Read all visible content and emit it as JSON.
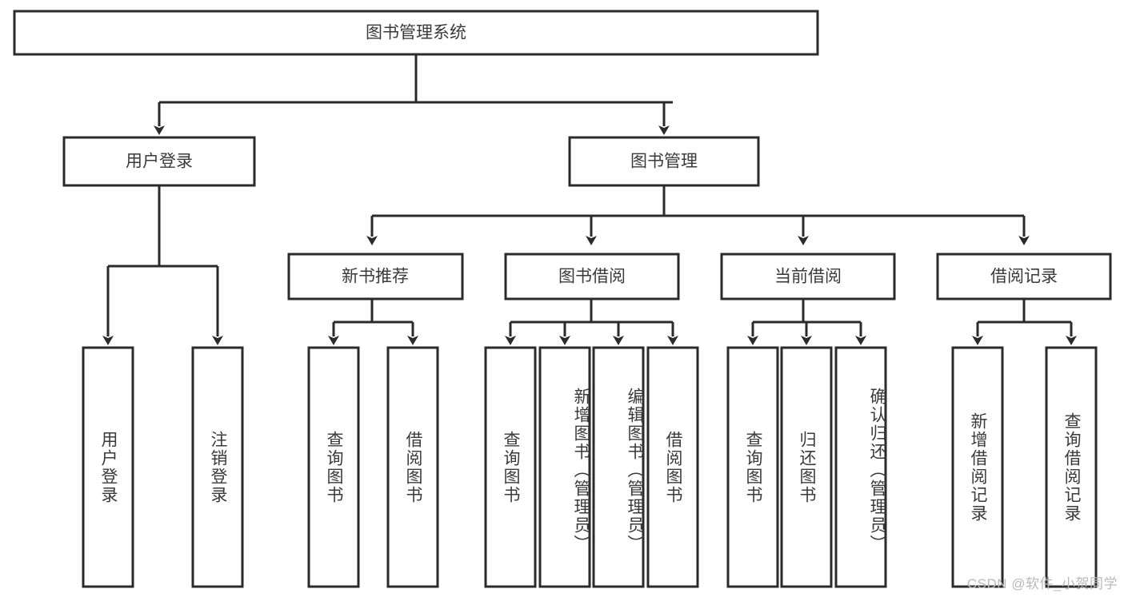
{
  "diagram": {
    "title_node": {
      "label": "图书管理系统"
    },
    "level2": [
      {
        "id": "user-login",
        "label": "用户登录"
      },
      {
        "id": "book-management",
        "label": "图书管理"
      }
    ],
    "level3": [
      {
        "id": "new-book-recommend",
        "label": "新书推荐"
      },
      {
        "id": "book-borrow",
        "label": "图书借阅"
      },
      {
        "id": "current-borrow",
        "label": "当前借阅"
      },
      {
        "id": "borrow-record",
        "label": "借阅记录"
      }
    ],
    "leaves": {
      "user_login": [
        {
          "id": "leaf-user-login",
          "label": "用户登录"
        },
        {
          "id": "leaf-logout-login",
          "label": "注销登录"
        }
      ],
      "new_book_recommend": [
        {
          "id": "leaf-query-book-1",
          "label": "查询图书"
        },
        {
          "id": "leaf-borrow-book-1",
          "label": "借阅图书"
        }
      ],
      "book_borrow": [
        {
          "id": "leaf-query-book-2",
          "label": "查询图书"
        },
        {
          "id": "leaf-add-book",
          "label": "新增图书（管理员）"
        },
        {
          "id": "leaf-edit-book",
          "label": "编辑图书（管理员）"
        },
        {
          "id": "leaf-borrow-book-2",
          "label": "借阅图书"
        }
      ],
      "current_borrow": [
        {
          "id": "leaf-query-book-3",
          "label": "查询图书"
        },
        {
          "id": "leaf-return-book",
          "label": "归还图书"
        },
        {
          "id": "leaf-confirm-return",
          "label": "确认归还（管理员）"
        }
      ],
      "borrow_record": [
        {
          "id": "leaf-add-record",
          "label": "新增借阅记录"
        },
        {
          "id": "leaf-query-record",
          "label": "查询借阅记录"
        }
      ]
    },
    "watermark": "CSDN @软件_小贺同学",
    "colors": {
      "stroke": "#2b2b2b",
      "fill": "#ffffff",
      "text": "#3a3a3a",
      "watermark": "#b9b9b9"
    }
  }
}
